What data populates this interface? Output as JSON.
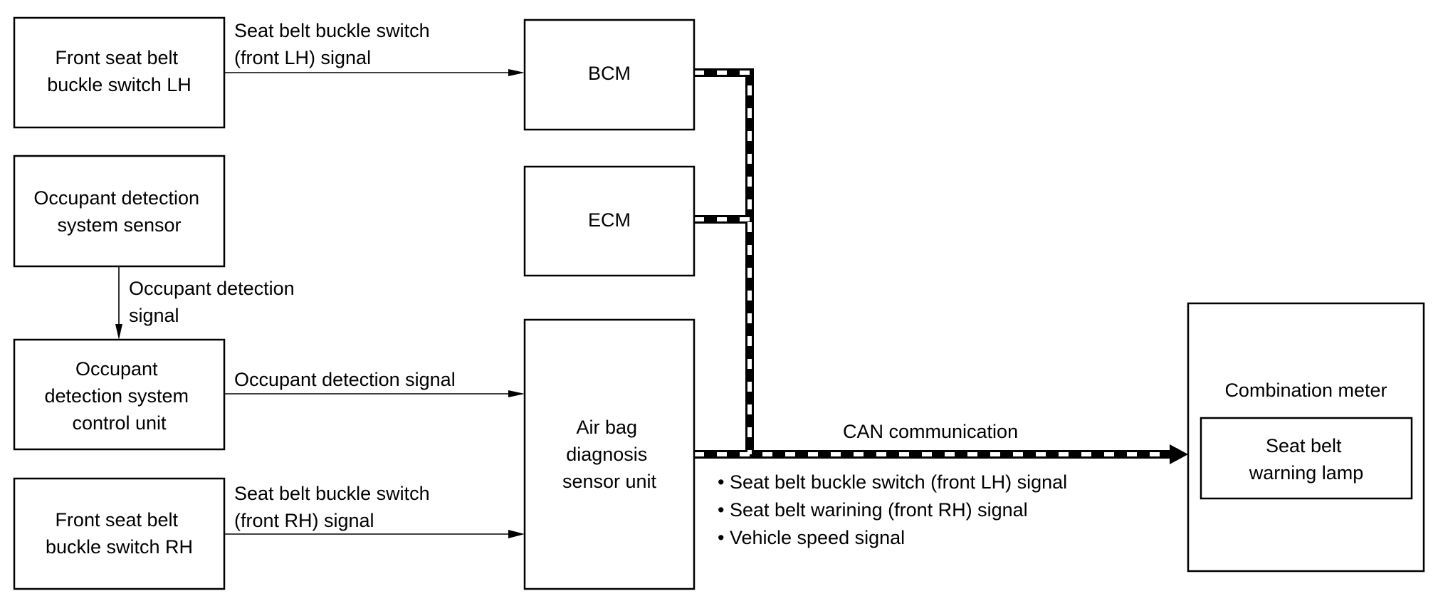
{
  "title": "Seat belt warning system diagram",
  "nodes": {
    "buckle_lh": {
      "lines": [
        "Front seat belt",
        "buckle switch LH"
      ]
    },
    "ods_sensor": {
      "lines": [
        "Occupant detection",
        "system sensor"
      ]
    },
    "ods_control": {
      "lines": [
        "Occupant",
        "detection system",
        "control unit"
      ]
    },
    "buckle_rh": {
      "lines": [
        "Front seat belt",
        "buckle switch RH"
      ]
    },
    "bcm": {
      "lines": [
        "BCM"
      ]
    },
    "ecm": {
      "lines": [
        "ECM"
      ]
    },
    "airbag": {
      "lines": [
        "Air bag",
        "diagnosis",
        "sensor unit"
      ]
    },
    "combination_meter": {
      "label": "Combination meter"
    },
    "warning_lamp": {
      "lines": [
        "Seat belt",
        "warning lamp"
      ]
    }
  },
  "signals": {
    "lh_to_bcm": {
      "lines": [
        "Seat belt buckle switch",
        "(front LH) signal"
      ]
    },
    "sensor_to_control": {
      "lines": [
        "Occupant detection",
        "signal"
      ]
    },
    "control_to_airbag": {
      "lines": [
        "Occupant detection signal"
      ]
    },
    "rh_to_airbag": {
      "lines": [
        "Seat belt buckle switch",
        "(front RH) signal"
      ]
    }
  },
  "can_bus": {
    "label": "CAN communication",
    "line_style": "black-white dashed bus",
    "messages": [
      "• Seat belt buckle switch (front LH) signal",
      "• Seat belt warining (front RH) signal",
      "• Vehicle speed signal"
    ]
  },
  "colors": {
    "line": "#000000",
    "background": "#ffffff"
  }
}
